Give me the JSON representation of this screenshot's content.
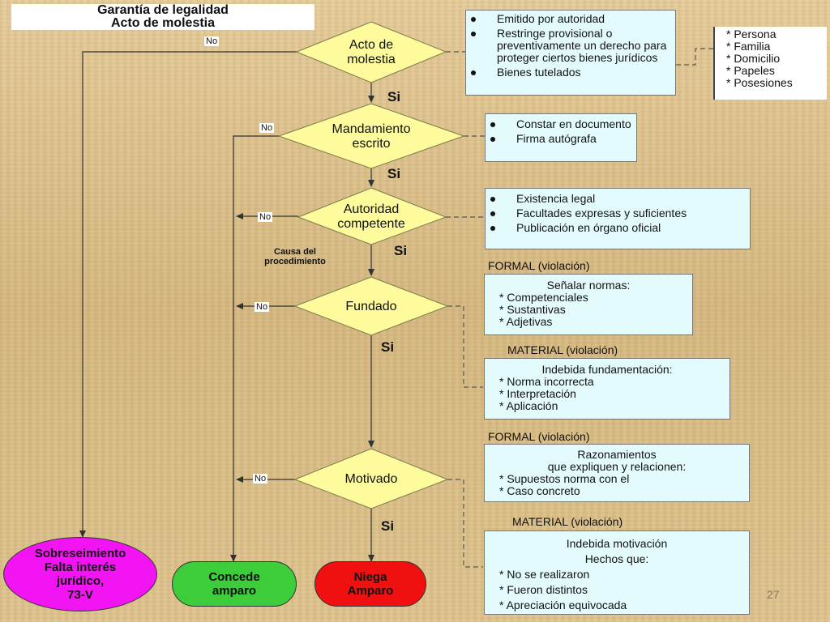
{
  "title": {
    "line1": "Garantía de legalidad",
    "line2": "Acto de molestia"
  },
  "diamonds": [
    {
      "id": "acto",
      "line1": "Acto de",
      "line2": "molestia"
    },
    {
      "id": "mandamiento",
      "line1": "Mandamiento",
      "line2": "escrito"
    },
    {
      "id": "autoridad",
      "line1": "Autoridad",
      "line2": "competente"
    },
    {
      "id": "fundado",
      "line1": "Fundado",
      "line2": ""
    },
    {
      "id": "motivado",
      "line1": "Motivado",
      "line2": ""
    }
  ],
  "labels": {
    "no": "No",
    "si": "Si"
  },
  "causa": {
    "line1": "Causa  del",
    "line2": "procedimiento"
  },
  "boxes": {
    "acto": {
      "items": [
        "Emitido por autoridad",
        "Restringe provisional  o preventivamente un derecho para proteger ciertos bienes jurídicos",
        "Bienes tutelados"
      ]
    },
    "bienes": {
      "items": [
        "* Persona",
        "* Familia",
        "* Domicilio",
        "* Papeles",
        "* Posesiones"
      ]
    },
    "mandamiento": {
      "items": [
        "Constar en documento",
        "Firma autógrafa"
      ]
    },
    "autoridad": {
      "items": [
        "Existencia legal",
        "Facultades expresas y suficientes",
        "Publicación en órgano oficial"
      ]
    },
    "fundado_formal": {
      "head": "FORMAL (violación)",
      "title": "Señalar normas:",
      "items": [
        "* Competenciales",
        "* Sustantivas",
        "* Adjetivas"
      ]
    },
    "fundado_material": {
      "head": "MATERIAL (violación)",
      "title": "Indebida fundamentación:",
      "items": [
        "* Norma incorrecta",
        "* Interpretación",
        "* Aplicación"
      ]
    },
    "motivado_formal": {
      "head": "FORMAL (violación)",
      "title1": "Razonamientos",
      "title2": "que expliquen y relacionen:",
      "items": [
        "* Supuestos norma  con el",
        "* Caso concreto"
      ]
    },
    "motivado_material": {
      "head": "MATERIAL (violación)",
      "title1": "Indebida motivación",
      "title2": "Hechos que:",
      "items": [
        "* No se realizaron",
        "* Fueron distintos",
        "* Apreciación equivocada"
      ]
    }
  },
  "outcomes": {
    "sobreseimiento": {
      "line1": "Sobreseimiento",
      "line2": "Falta interés",
      "line3": "jurídico,",
      "line4": "73-V",
      "color": "#f214f2"
    },
    "concede": {
      "line1": "Concede",
      "line2": "amparo",
      "color": "#3dcc3a"
    },
    "niega": {
      "line1": "Niega",
      "line2": "Amparo",
      "color": "#f01010"
    }
  },
  "colors": {
    "diamond": "#fdfb9c",
    "box": "#e3fbfd"
  },
  "page_number": "27"
}
